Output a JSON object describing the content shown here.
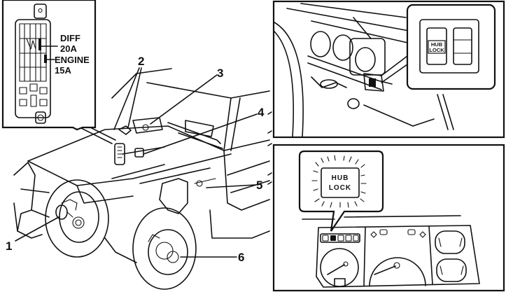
{
  "diagram": {
    "description": "Hub lock system component locations",
    "callouts": [
      {
        "id": "1",
        "label": "1"
      },
      {
        "id": "2",
        "label": "2"
      },
      {
        "id": "3",
        "label": "3"
      },
      {
        "id": "4",
        "label": "4"
      },
      {
        "id": "5",
        "label": "5"
      },
      {
        "id": "6",
        "label": "6"
      }
    ],
    "fuse_box_inset": {
      "fuses": [
        {
          "name": "DIFF",
          "rating": "20A"
        },
        {
          "name": "ENGINE",
          "rating": "15A"
        }
      ]
    },
    "switch_inset": {
      "switch_label_line1": "HUB",
      "switch_label_line2": "LOCK"
    },
    "cluster_inset": {
      "indicator_line1": "HUB",
      "indicator_line2": "LOCK"
    }
  }
}
